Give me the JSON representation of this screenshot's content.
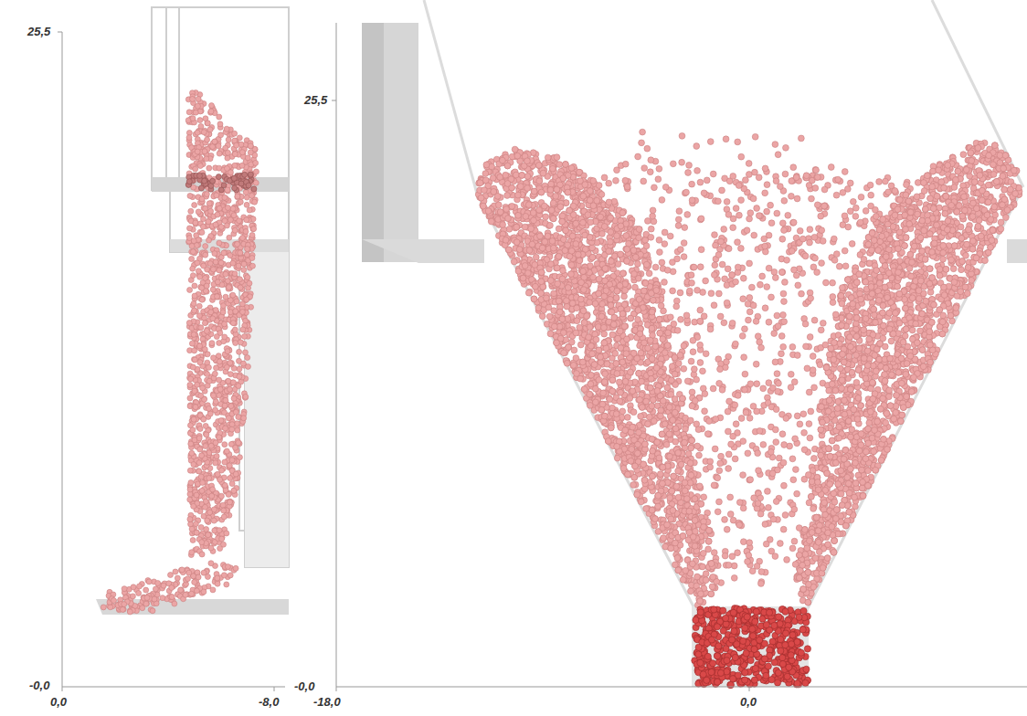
{
  "diagram": {
    "labels": [
      "25,5",
      "-0,0",
      "0,0",
      "-8,0",
      "25,5",
      "-0,0",
      "-18,0",
      "0,0"
    ]
  }
}
